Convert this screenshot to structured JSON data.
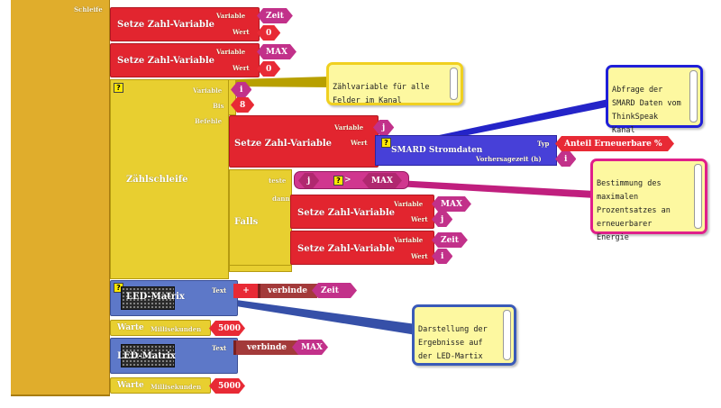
{
  "loop_block": {
    "label": "Schleife",
    "color": "#e0ad2c"
  },
  "set_blocks": [
    {
      "title": "Setze Zahl-Variable",
      "variable_label": "Variable",
      "value_label": "Wert",
      "variable": "Zeit",
      "value": "0"
    },
    {
      "title": "Setze Zahl-Variable",
      "variable_label": "Variable",
      "value_label": "Wert",
      "variable": "MAX",
      "value": "0"
    }
  ],
  "count_loop": {
    "title": "Zählschleife",
    "variable_label": "Variable",
    "to_label": "Bis",
    "commands_label": "Befehle",
    "variable": "i",
    "to": "8",
    "inner_set": {
      "title": "Setze Zahl-Variable",
      "variable_label": "Variable",
      "value_label": "Wert",
      "variable": "j",
      "smard": {
        "title": "SMARD Stromdaten",
        "type_label": "Typ",
        "type_value": "Anteil Erneuerbare %",
        "forecast_label": "Vorhersagezeit (h)",
        "forecast_value": "i"
      }
    },
    "if_block": {
      "title": "Falls",
      "test_label": "teste",
      "then_label": "dann",
      "condition": {
        "left": "j",
        "operator": ">",
        "right": "MAX"
      },
      "then": [
        {
          "title": "Setze Zahl-Variable",
          "variable_label": "Variable",
          "value_label": "Wert",
          "variable": "MAX",
          "value": "j"
        },
        {
          "title": "Setze Zahl-Variable",
          "variable_label": "Variable",
          "value_label": "Wert",
          "variable": "Zeit",
          "value": "i"
        }
      ]
    }
  },
  "led_blocks": [
    {
      "title": "LED-Matrix",
      "text_label": "Text",
      "plus": "+",
      "join": "verbinde",
      "variable": "Zeit"
    },
    {
      "title": "LED-Matrix",
      "text_label": "Text",
      "join": "verbinde",
      "variable": "MAX"
    }
  ],
  "wait_blocks": [
    {
      "title": "Warte",
      "unit_label": "Millisekunden",
      "value": "5000"
    },
    {
      "title": "Warte",
      "unit_label": "Millisekunden",
      "value": "5000"
    }
  ],
  "comments": [
    {
      "text": "Zählvariable für alle\nFelder im Kanal",
      "border": "#f0d020"
    },
    {
      "text": "Abfrage der\nSMARD Daten vom\nThinkSpeak\nKanal",
      "border": "#2020d8"
    },
    {
      "text": "Bestimmung des\nmaximalen\nProzentsatzes an\nerneuerbarer\nEnergie",
      "border": "#e0208a"
    },
    {
      "text": "Darstellung der\nErgebnisse auf\nder LED-Martix",
      "border": "#3a5ab8"
    }
  ],
  "help_icon": "?"
}
